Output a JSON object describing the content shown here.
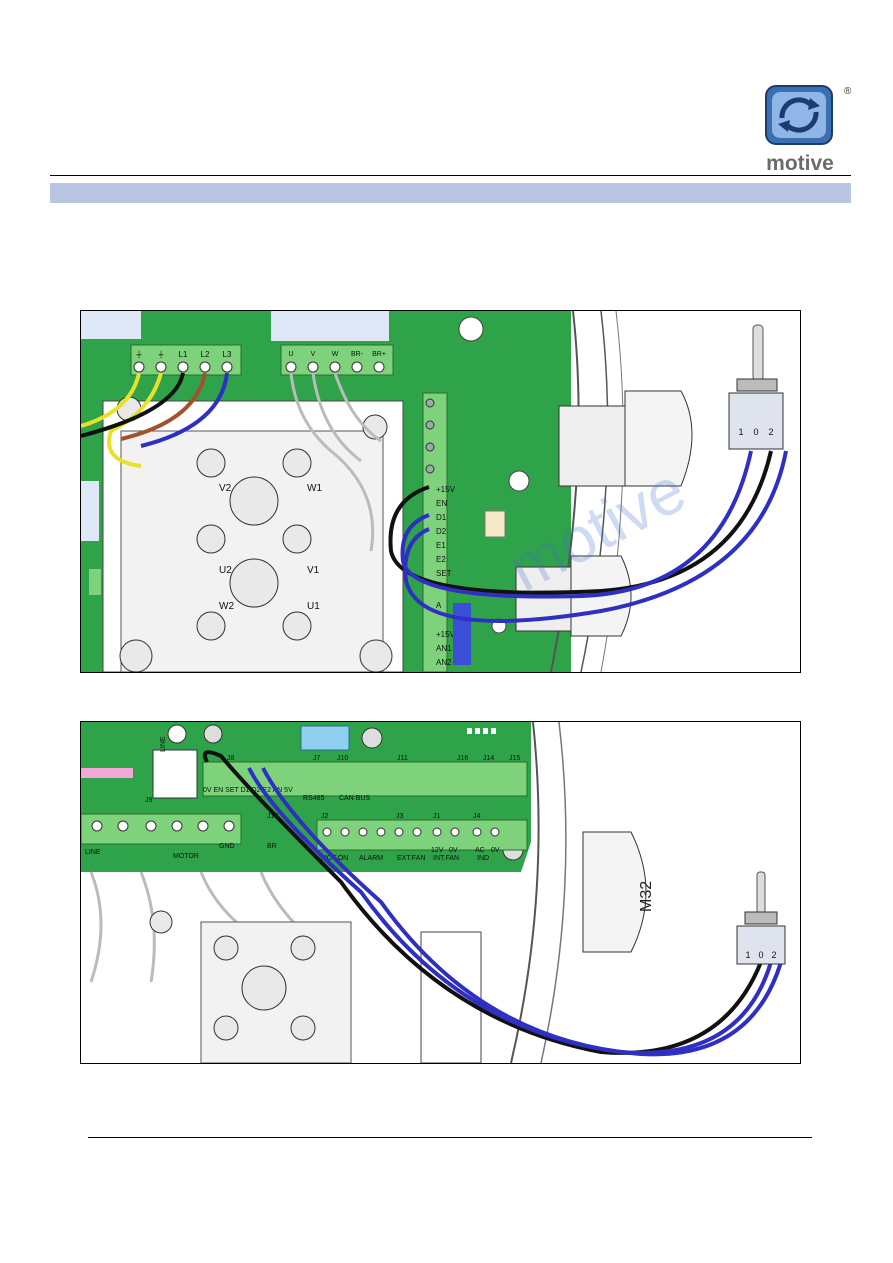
{
  "header": {
    "brand": "motive",
    "registered_mark": "®",
    "band_color": "#b9c6e3"
  },
  "figure1": {
    "line_terminals": [
      "⏚",
      "⏚",
      "L1",
      "L2",
      "L3"
    ],
    "motor_terminals": [
      "U",
      "V",
      "W",
      "BR-",
      "BR+"
    ],
    "io_terminals": [
      "+15V",
      "EN",
      "D1",
      "D2",
      "E1",
      "E2",
      "SET",
      "",
      "A",
      "",
      "+15V",
      "AN1",
      "AN2"
    ],
    "motor_labels": [
      "V2",
      "W1",
      "U2",
      "V1",
      "W2",
      "U1"
    ],
    "switch_labels": [
      "1",
      "0",
      "2"
    ],
    "watermark": "motive"
  },
  "figure2": {
    "connectors": [
      "J8",
      "J7",
      "J10",
      "J11",
      "J16",
      "J14",
      "J15",
      "J9",
      "J2",
      "J3",
      "J1",
      "J4",
      "J13"
    ],
    "j8_pins": "0V  EN  SET  D1  D2  E2  AN  5V",
    "bus_labels": [
      "RS485",
      "CAN BUS"
    ],
    "bottom_groups": [
      "LINE",
      "MOTOR",
      "GND",
      "BR",
      "MOT.ON",
      "ALARM",
      "EXT.FAN",
      "INT.FAN",
      "IND"
    ],
    "ind_pins": [
      "AC",
      "0V"
    ],
    "intfan_pins": [
      "12V",
      "0V"
    ],
    "gland_label": "M32",
    "switch_labels": [
      "1",
      "0",
      "2"
    ],
    "side_label": "LINE"
  },
  "colors": {
    "pcb_green": "#2fa34a",
    "terminal_green": "#7fd27c",
    "wire_blue": "#2f2fc4",
    "wire_black": "#111111",
    "wire_yellow": "#e8e12a",
    "wire_brown": "#a0522d"
  }
}
